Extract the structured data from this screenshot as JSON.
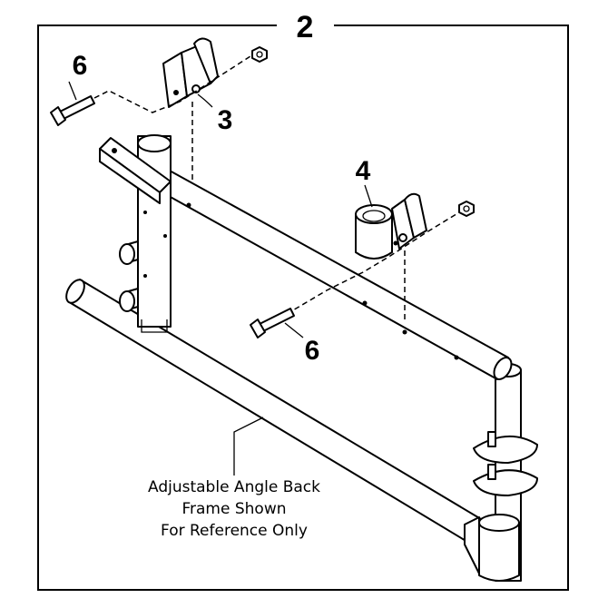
{
  "step_number": "2",
  "callouts": {
    "bolt_left": "6",
    "bracket_left": "3",
    "bracket_right": "4",
    "bolt_right": "6"
  },
  "caption": {
    "line1": "Adjustable Angle Back",
    "line2": "Frame Shown",
    "line3": "For Reference Only"
  }
}
